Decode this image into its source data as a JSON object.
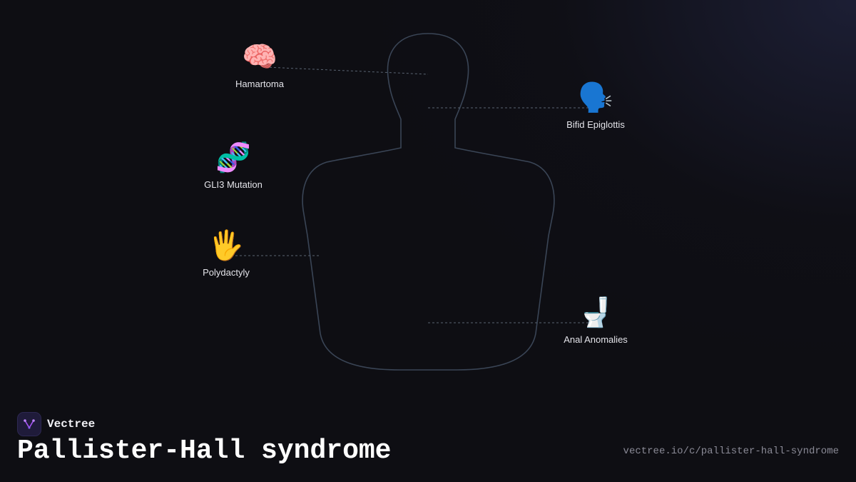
{
  "brand": {
    "name": "Vectree"
  },
  "title": "Pallister-Hall syndrome",
  "url": "vectree.io/c/pallister-hall-syndrome",
  "colors": {
    "background": "#0e0e13",
    "body_outline": "#3a4556",
    "connector": "#5a6472",
    "label": "#e4e4ea",
    "brand_accent": "#a855f7"
  },
  "findings": [
    {
      "id": "hamartoma",
      "label": "Hamartoma",
      "icon": "brain-icon",
      "glyph": "🧠"
    },
    {
      "id": "bifid-epiglottis",
      "label": "Bifid Epiglottis",
      "icon": "speaking-head-icon",
      "glyph": "🗣️"
    },
    {
      "id": "gli3-mutation",
      "label": "GLI3 Mutation",
      "icon": "dna-icon",
      "glyph": "🧬"
    },
    {
      "id": "polydactyly",
      "label": "Polydactyly",
      "icon": "raised-hand-icon",
      "glyph": "🖐️"
    },
    {
      "id": "anal-anomalies",
      "label": "Anal Anomalies",
      "icon": "toilet-icon",
      "glyph": "🚽"
    }
  ]
}
